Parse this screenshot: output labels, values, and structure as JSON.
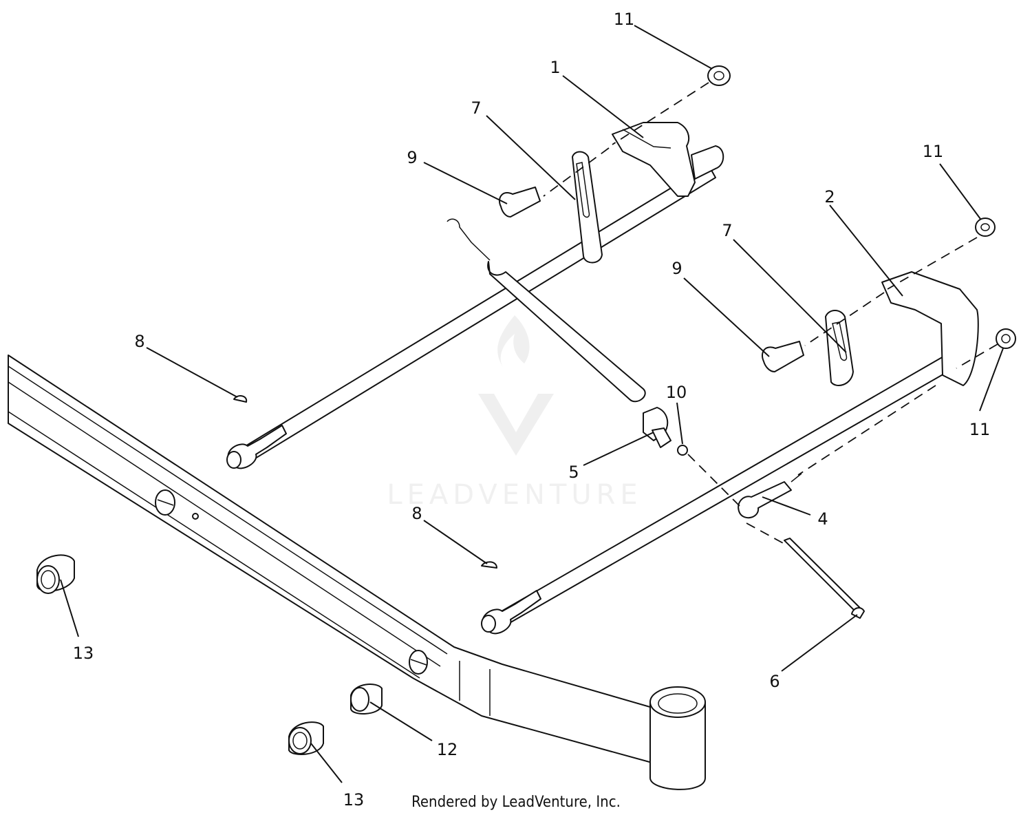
{
  "callouts": [
    {
      "id": "c11a",
      "label": "11"
    },
    {
      "id": "c1",
      "label": "1"
    },
    {
      "id": "c7a",
      "label": "7"
    },
    {
      "id": "c9a",
      "label": "9"
    },
    {
      "id": "c11b",
      "label": "11"
    },
    {
      "id": "c2",
      "label": "2"
    },
    {
      "id": "c7b",
      "label": "7"
    },
    {
      "id": "c9b",
      "label": "9"
    },
    {
      "id": "c8a",
      "label": "8"
    },
    {
      "id": "c10",
      "label": "10"
    },
    {
      "id": "c11c",
      "label": "11"
    },
    {
      "id": "c5",
      "label": "5"
    },
    {
      "id": "c8b",
      "label": "8"
    },
    {
      "id": "c4",
      "label": "4"
    },
    {
      "id": "c13a",
      "label": "13"
    },
    {
      "id": "c6",
      "label": "6"
    },
    {
      "id": "c12",
      "label": "12"
    },
    {
      "id": "c13b",
      "label": "13"
    }
  ],
  "watermark": "LEADVENTURE",
  "credit": "Rendered by LeadVenture, Inc."
}
